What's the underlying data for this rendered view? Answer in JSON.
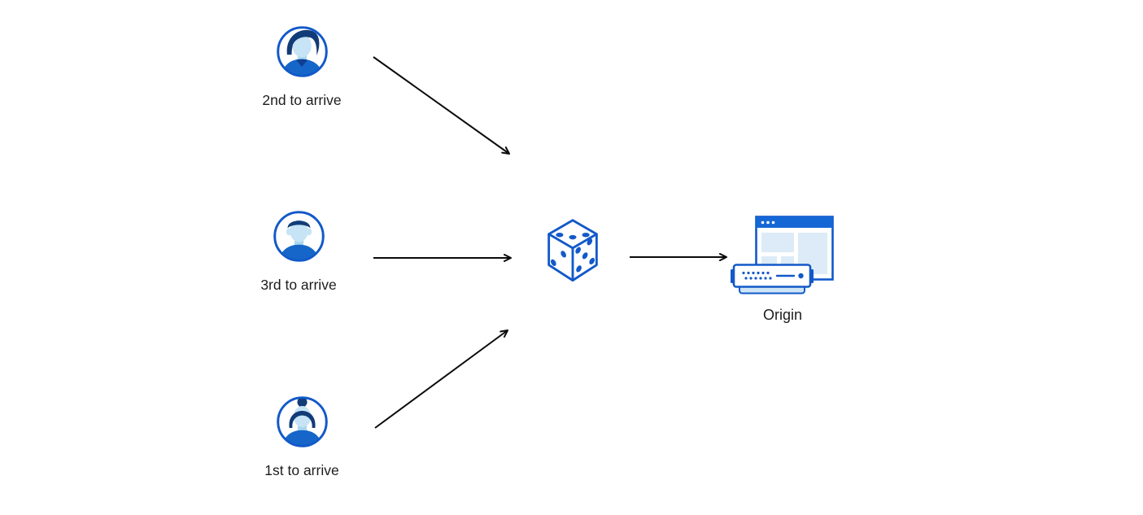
{
  "colors": {
    "background": "#ffffff",
    "stroke_blue": "#1259c9",
    "navy": "#123c78",
    "face": "#c6e4f5",
    "neck": "#a9d6ef",
    "shirt": "#1566c8",
    "collar": "#0d3f92",
    "light_blue_fill": "#dcebf7",
    "titlebar_blue": "#1667d6",
    "server_base": "#cfe6f6",
    "arrow": "#0b0b0b",
    "text": "#1c1c1e"
  },
  "diagram": {
    "clients": [
      {
        "label": "2nd to arrive",
        "icon": "avatar-man-swept-hair-icon"
      },
      {
        "label": "3rd to arrive",
        "icon": "avatar-man-short-hair-icon"
      },
      {
        "label": "1st to arrive",
        "icon": "avatar-woman-bun-icon"
      }
    ],
    "random_selector": {
      "icon": "dice-icon",
      "dice_faces": {
        "top_pips": 3,
        "left_pips": 2,
        "right_pips": 5
      }
    },
    "origin": {
      "label": "Origin",
      "icon": "origin-server-browser-icon"
    },
    "arrows": [
      "client-2nd-to-dice",
      "client-3rd-to-dice",
      "client-1st-to-dice",
      "dice-to-origin"
    ]
  }
}
